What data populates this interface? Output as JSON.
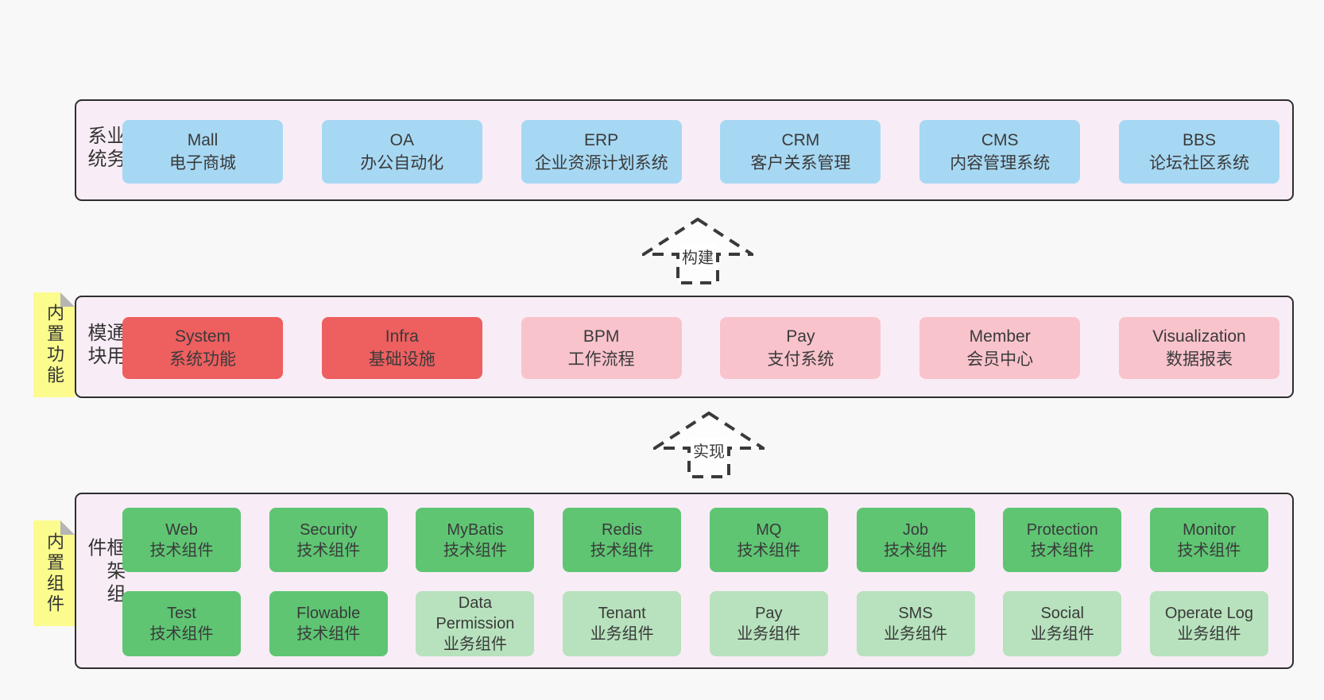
{
  "colors": {
    "page_bg": "#f8f8f8",
    "container_bg": "#f8edf6",
    "container_border": "#2e2e2e",
    "blue_box": "#a7d8f3",
    "red_box": "#ee5f5f",
    "pink_box": "#f9c3cc",
    "green_box": "#5fc573",
    "light_green_box": "#b7e2bd",
    "sticky_yellow": "#fbfb8e",
    "fold_gray": "#b5b5b5",
    "text": "#3a3a3a"
  },
  "business": {
    "label": "业务系统",
    "boxes": [
      {
        "name": "Mall",
        "desc": "电子商城"
      },
      {
        "name": "OA",
        "desc": "办公自动化"
      },
      {
        "name": "ERP",
        "desc": "企业资源计划系统"
      },
      {
        "name": "CRM",
        "desc": "客户关系管理"
      },
      {
        "name": "CMS",
        "desc": "内容管理系统"
      },
      {
        "name": "BBS",
        "desc": "论坛社区系统"
      }
    ]
  },
  "arrow_build": {
    "label": "构建"
  },
  "modules": {
    "label": "通用模块",
    "sticky": "内置功能",
    "boxes": [
      {
        "name": "System",
        "desc": "系统功能"
      },
      {
        "name": "Infra",
        "desc": "基础设施"
      },
      {
        "name": "BPM",
        "desc": "工作流程"
      },
      {
        "name": "Pay",
        "desc": "支付系统"
      },
      {
        "name": "Member",
        "desc": "会员中心"
      },
      {
        "name": "Visualization",
        "desc": "数据报表"
      }
    ]
  },
  "arrow_implement": {
    "label": "实现"
  },
  "framework": {
    "label": "框架组件",
    "sticky": "内置组件",
    "row1": [
      {
        "name": "Web",
        "desc": "技术组件"
      },
      {
        "name": "Security",
        "desc": "技术组件"
      },
      {
        "name": "MyBatis",
        "desc": "技术组件"
      },
      {
        "name": "Redis",
        "desc": "技术组件"
      },
      {
        "name": "MQ",
        "desc": "技术组件"
      },
      {
        "name": "Job",
        "desc": "技术组件"
      },
      {
        "name": "Protection",
        "desc": "技术组件"
      },
      {
        "name": "Monitor",
        "desc": "技术组件"
      }
    ],
    "row2": [
      {
        "name": "Test",
        "desc": "技术组件"
      },
      {
        "name": "Flowable",
        "desc": "技术组件"
      },
      {
        "name": "Data Permission",
        "desc": "业务组件"
      },
      {
        "name": "Tenant",
        "desc": "业务组件"
      },
      {
        "name": "Pay",
        "desc": "业务组件"
      },
      {
        "name": "SMS",
        "desc": "业务组件"
      },
      {
        "name": "Social",
        "desc": "业务组件"
      },
      {
        "name": "Operate Log",
        "desc": "业务组件"
      }
    ]
  }
}
